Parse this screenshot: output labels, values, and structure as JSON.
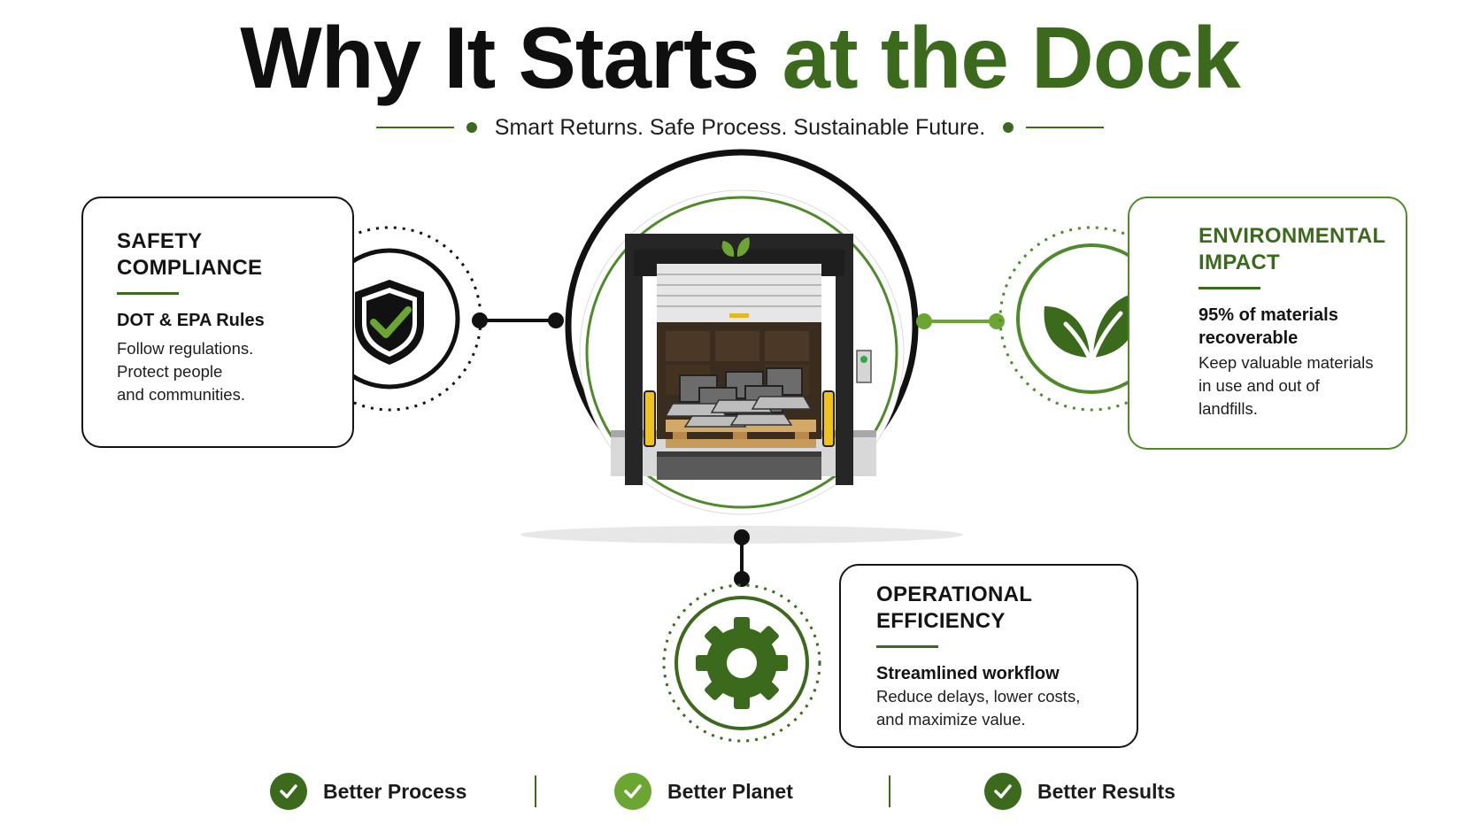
{
  "title": {
    "part1": "Why It Starts ",
    "part2": "at the Dock"
  },
  "subtitle": "Smart Returns. Safe Process. Sustainable Future.",
  "colors": {
    "dark_green": "#3c6a1c",
    "light_green": "#6aa631",
    "border_green": "#4f8a2a",
    "black": "#141414"
  },
  "cards": {
    "safety": {
      "title_line1": "SAFETY",
      "title_line2": "COMPLIANCE",
      "heading": "DOT & EPA Rules",
      "text_line1": "Follow regulations.",
      "text_line2": "Protect people",
      "text_line3": "and communities.",
      "icon": "shield-check-icon"
    },
    "environmental": {
      "title_line1": "ENVIRONMENTAL",
      "title_line2": "IMPACT",
      "heading_line1": "95% of materials",
      "heading_line2": "recoverable",
      "text_line1": "Keep valuable materials",
      "text_line2": "in use and out of",
      "text_line3": "landfills.",
      "icon": "leaf-icon"
    },
    "operational": {
      "title_line1": "OPERATIONAL",
      "title_line2": "EFFICIENCY",
      "heading": "Streamlined workflow",
      "text_line1": "Reduce delays, lower costs,",
      "text_line2": "and maximize value.",
      "icon": "gear-icon"
    }
  },
  "center_image": "loading-dock-with-laptops-on-pallet",
  "benefits": [
    {
      "label": "Better Process",
      "icon": "check-icon",
      "color": "#3c6a1c"
    },
    {
      "label": "Better Planet",
      "icon": "check-icon",
      "color": "#6aa631"
    },
    {
      "label": "Better Results",
      "icon": "check-icon",
      "color": "#3c6a1c"
    }
  ]
}
